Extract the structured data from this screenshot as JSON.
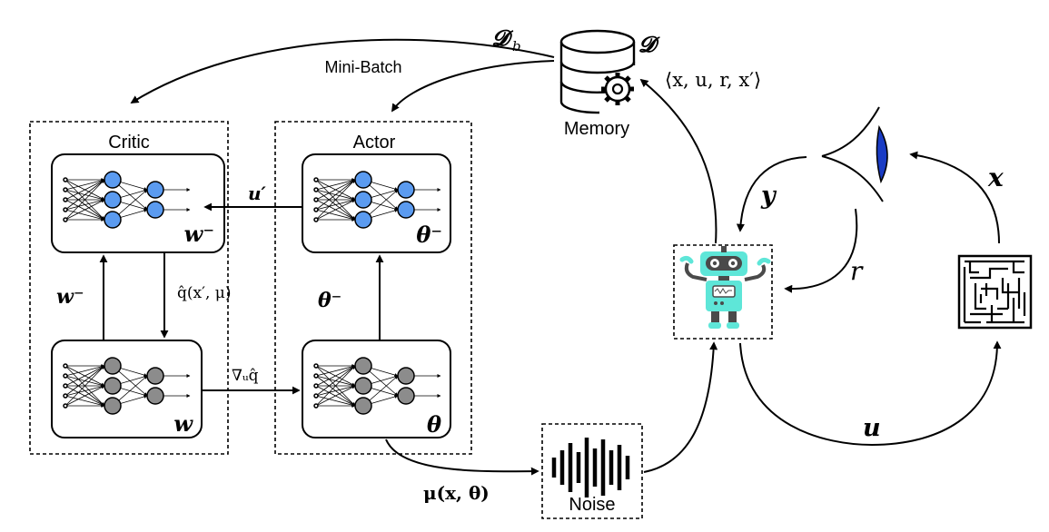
{
  "labels": {
    "critic_title": "Critic",
    "actor_title": "Actor",
    "critic_target_param": "w⁻",
    "critic_param": "w",
    "actor_target_param": "θ⁻",
    "actor_param": "θ",
    "arrow_u_prime": "u′",
    "arrow_w_minus": "w⁻",
    "arrow_theta_minus": "θ⁻",
    "arrow_q_hat": "q̂(x′, μ)",
    "arrow_grad": "∇ᵤq̂",
    "arrow_mu": "μ(x, θ)",
    "arrow_u": "u",
    "arrow_x": "x",
    "arrow_y": "y",
    "arrow_r": "r",
    "minibatch_label": "Mini-Batch",
    "dataset_sub": "𝓓",
    "dataset_sub_index": "b",
    "memory_dataset": "𝓓",
    "memory_label": "Memory",
    "transition_tuple": "⟨x, u, r, x′⟩",
    "noise_label": "Noise"
  },
  "colors": {
    "target_node": "#5b9bf0",
    "online_node": "#8c8c8c",
    "robot_body": "#5ee6d8",
    "robot_dark": "#4a4a4a",
    "eye_iris": "#1a3cc4",
    "stroke": "#000000"
  },
  "icons": [
    "database-icon",
    "gear-icon",
    "eye-icon",
    "robot-icon",
    "maze-icon",
    "noise-waveform-icon"
  ]
}
